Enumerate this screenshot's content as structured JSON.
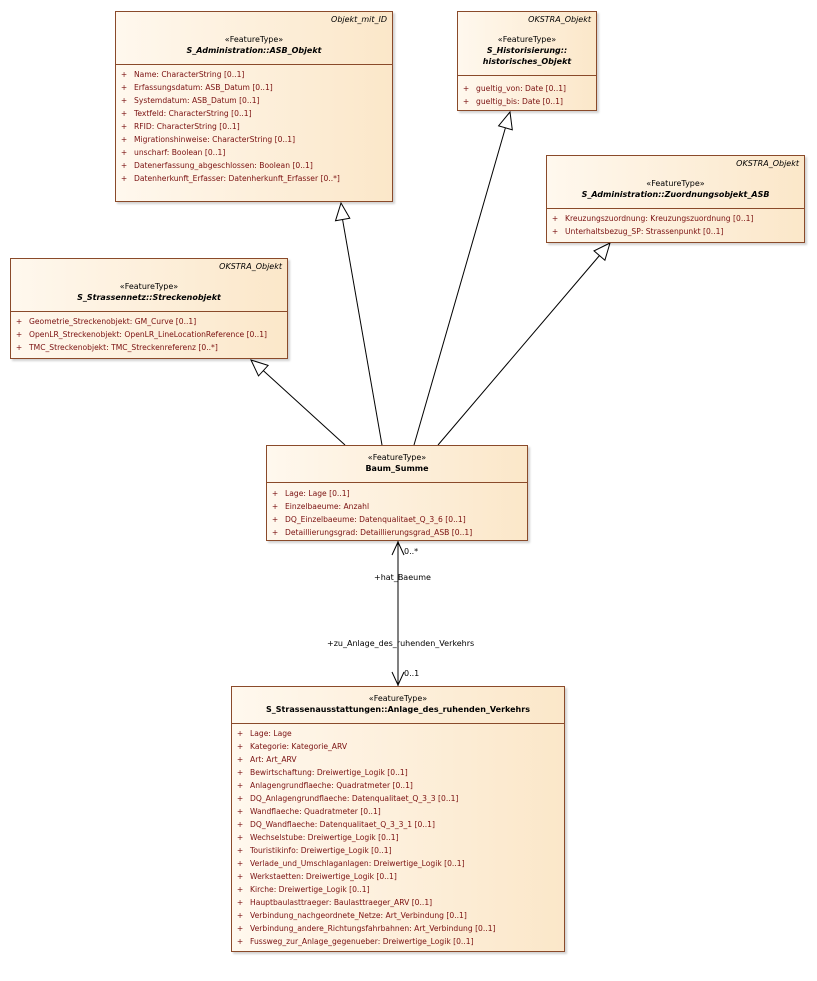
{
  "classes": {
    "asb_objekt": {
      "parent": "Objekt_mit_ID",
      "stereotype": "«FeatureType»",
      "name": "S_Administration::ASB_Objekt",
      "attributes": [
        {
          "vis": "+",
          "text": "Name: CharacterString [0..1]"
        },
        {
          "vis": "+",
          "text": "Erfassungsdatum: ASB_Datum [0..1]"
        },
        {
          "vis": "+",
          "text": "Systemdatum: ASB_Datum [0..1]"
        },
        {
          "vis": "+",
          "text": "Textfeld: CharacterString [0..1]"
        },
        {
          "vis": "+",
          "text": "RFID: CharacterString [0..1]"
        },
        {
          "vis": "+",
          "text": "Migrationshinweise: CharacterString [0..1]"
        },
        {
          "vis": "+",
          "text": "unscharf: Boolean [0..1]"
        },
        {
          "vis": "+",
          "text": "Datenerfassung_abgeschlossen: Boolean [0..1]"
        },
        {
          "vis": "+",
          "text": "Datenherkunft_Erfasser: Datenherkunft_Erfasser [0..*]"
        }
      ]
    },
    "historisches_objekt": {
      "parent": "OKSTRA_Objekt",
      "stereotype": "«FeatureType»",
      "name_line1": "S_Historisierung::",
      "name_line2": "historisches_Objekt",
      "attributes": [
        {
          "vis": "+",
          "text": "gueltig_von: Date [0..1]"
        },
        {
          "vis": "+",
          "text": "gueltig_bis: Date [0..1]"
        }
      ]
    },
    "zuordnungsobjekt_asb": {
      "parent": "OKSTRA_Objekt",
      "stereotype": "«FeatureType»",
      "name": "S_Administration::Zuordnungsobjekt_ASB",
      "attributes": [
        {
          "vis": "+",
          "text": "Kreuzungszuordnung: Kreuzungszuordnung [0..1]"
        },
        {
          "vis": "+",
          "text": "Unterhaltsbezug_SP: Strassenpunkt [0..1]"
        }
      ]
    },
    "streckenobjekt": {
      "parent": "OKSTRA_Objekt",
      "stereotype": "«FeatureType»",
      "name": "S_Strassennetz::Streckenobjekt",
      "attributes": [
        {
          "vis": "+",
          "text": "Geometrie_Streckenobjekt: GM_Curve [0..1]"
        },
        {
          "vis": "+",
          "text": "OpenLR_Streckenobjekt: OpenLR_LineLocationReference [0..1]"
        },
        {
          "vis": "+",
          "text": "TMC_Streckenobjekt: TMC_Streckenreferenz [0..*]"
        }
      ]
    },
    "baum_summe": {
      "stereotype": "«FeatureType»",
      "name": "Baum_Summe",
      "attributes": [
        {
          "vis": "+",
          "text": "Lage: Lage [0..1]"
        },
        {
          "vis": "+",
          "text": "Einzelbaeume: Anzahl"
        },
        {
          "vis": "+",
          "text": "DQ_Einzelbaeume: Datenqualitaet_Q_3_6 [0..1]"
        },
        {
          "vis": "+",
          "text": "Detaillierungsgrad: Detaillierungsgrad_ASB [0..1]"
        }
      ]
    },
    "anlage_ruhender_verkehr": {
      "stereotype": "«FeatureType»",
      "name": "S_Strassenausstattungen::Anlage_des_ruhenden_Verkehrs",
      "attributes": [
        {
          "vis": "+",
          "text": "Lage: Lage"
        },
        {
          "vis": "+",
          "text": "Kategorie: Kategorie_ARV"
        },
        {
          "vis": "+",
          "text": "Art: Art_ARV"
        },
        {
          "vis": "+",
          "text": "Bewirtschaftung: Dreiwertige_Logik [0..1]"
        },
        {
          "vis": "+",
          "text": "Anlagengrundflaeche: Quadratmeter [0..1]"
        },
        {
          "vis": "+",
          "text": "DQ_Anlagengrundflaeche: Datenqualitaet_Q_3_3 [0..1]"
        },
        {
          "vis": "+",
          "text": "Wandflaeche: Quadratmeter [0..1]"
        },
        {
          "vis": "+",
          "text": "DQ_Wandflaeche: Datenqualitaet_Q_3_3_1 [0..1]"
        },
        {
          "vis": "+",
          "text": "Wechselstube: Dreiwertige_Logik [0..1]"
        },
        {
          "vis": "+",
          "text": "Touristikinfo: Dreiwertige_Logik [0..1]"
        },
        {
          "vis": "+",
          "text": "Verlade_und_Umschlaganlagen: Dreiwertige_Logik [0..1]"
        },
        {
          "vis": "+",
          "text": "Werkstaetten: Dreiwertige_Logik [0..1]"
        },
        {
          "vis": "+",
          "text": "Kirche: Dreiwertige_Logik [0..1]"
        },
        {
          "vis": "+",
          "text": "Hauptbaulasttraeger: Baulasttraeger_ARV [0..1]"
        },
        {
          "vis": "+",
          "text": "Verbindung_nachgeordnete_Netze: Art_Verbindung [0..1]"
        },
        {
          "vis": "+",
          "text": "Verbindung_andere_Richtungsfahrbahnen: Art_Verbindung [0..1]"
        },
        {
          "vis": "+",
          "text": "Fussweg_zur_Anlage_gegenueber: Dreiwertige_Logik [0..1]"
        }
      ]
    }
  },
  "association": {
    "source_multiplicity": "0..*",
    "source_role": "+hat_Baeume",
    "target_role": "+zu_Anlage_des_ruhenden_Verkehrs",
    "target_multiplicity": "0..1"
  },
  "colors": {
    "border": "#8a4a2a",
    "fill_light": "#fff8ee",
    "fill_dark": "#fbe7c9",
    "attribute_text": "#7a1010"
  }
}
